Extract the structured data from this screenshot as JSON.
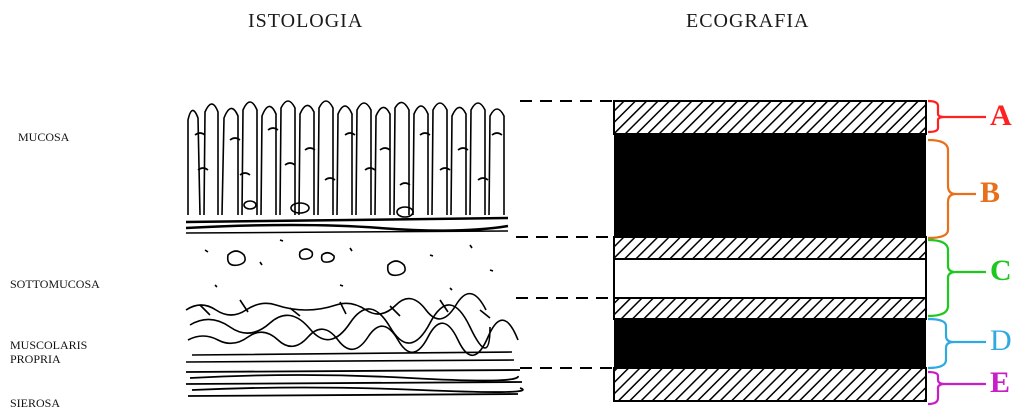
{
  "headings": {
    "histology": "ISTOLOGIA",
    "ultrasound": "ECOGRAFIA"
  },
  "layers": {
    "mucosa": "MUCOSA",
    "submucosa": "SOTTOMUCOSA",
    "muscularis_line1": "MUSCOLARIS",
    "muscularis_line2": "PROPRIA",
    "serosa": "SIEROSA"
  },
  "echo_letters": {
    "a": {
      "label": "A",
      "color": "#ff2020"
    },
    "b": {
      "label": "B",
      "color": "#e8701a"
    },
    "c": {
      "label": "C",
      "color": "#1ec81e"
    },
    "d": {
      "label": "D",
      "color": "#30a8e0"
    },
    "e": {
      "label": "E",
      "color": "#c81ec8"
    }
  }
}
